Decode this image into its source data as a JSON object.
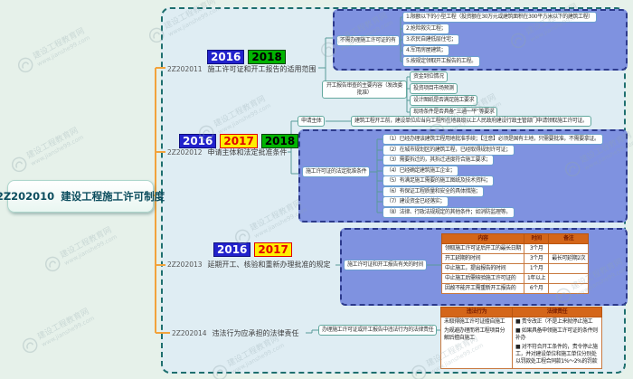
{
  "watermark": {
    "line1": "建设工程教育网",
    "line2": "www.jianshe99.com"
  },
  "main_node": {
    "code": "2Z202010",
    "title": "建设工程施工许可制度"
  },
  "branches": [
    {
      "code": "2Z202011",
      "title": "施工许可证和开工报告的适用范围",
      "badges": [
        "2016",
        "2018"
      ]
    },
    {
      "code": "2Z202012",
      "title": "申请主体和法定批准条件",
      "badges": [
        "2016",
        "2017",
        "2018"
      ]
    },
    {
      "code": "2Z202013",
      "title": "延期开工、核验和重新办理批准的规定",
      "badges": [
        "2016",
        "2017"
      ]
    },
    {
      "code": "2Z202014",
      "title": "违法行为应承担的法律责任",
      "badges": []
    }
  ],
  "no_permit": {
    "label": "不需办理施工许可证的有",
    "items": [
      "1.限额以下的小型工程（投资额在30万元或建筑面积在300平方米以下的建筑工程）",
      "2.抢险救灾工程；",
      "3.农民自建低层住宅；",
      "4.军用房屋建筑；",
      "5.按规定领取开工报告的工程。"
    ]
  },
  "report_review": {
    "label": "开工报告审查的主要内容（发改委批准）",
    "items": [
      "资金到位情况",
      "投资项目市场预测",
      "设计图纸是否满足施工要求",
      "现场条件是否具备“三通一平”等要求"
    ]
  },
  "applicant": {
    "label": "申请主体",
    "text": "建筑工程开工前，建设单位应当向工程所在地县级以上人民政府建设行政主管部门申请领取施工许可证。"
  },
  "legal_conditions": {
    "label": "施工许可证的法定批准条件",
    "items": [
      "（1）已经办理该建筑工程用地批准手续；【注意】必须是国有土地，只需要批准，不需要拿证。",
      "（2）在城市规划区的建筑工程，已经取得规划许可证；",
      "（3）需要拆迁的，其拆迁进度符合施工要求；",
      "（4）已经确定建筑施工企业；",
      "（5）有满足施工需要的施工图纸及技术资料；",
      "（6）有保证工程质量和安全的具体措施；",
      "（7）建设资金已经落实；",
      "（8）法律、行政法规规定的其他条件；如消防监理等。"
    ]
  },
  "time_table": {
    "label": "施工许可证和开工报告有关的时间",
    "headers": [
      "内容",
      "时间",
      "备注"
    ],
    "rows": [
      [
        "领取施工许可证后开工的最长日期",
        "3个月",
        ""
      ],
      [
        "开工延期的时间",
        "3个月",
        "最长可延期2次"
      ],
      [
        "中止施工，提出报告的时间",
        "1个月",
        ""
      ],
      [
        "中止施工后需核验施工许可证的",
        "1年以上",
        ""
      ],
      [
        "因故不能开工需重新开工报告的",
        "6个月",
        ""
      ]
    ]
  },
  "liability": {
    "label": "办理施工许可证或开工报告中违法行为的法律责任",
    "headers": [
      "违法行为",
      "法律责任"
    ],
    "violations": [
      "未取得施工许可证擅自施工",
      "为规避办理而将工程项目分解后擅自施工"
    ],
    "penalties": [
      "■ 责令改正（不是上来就停止施工",
      "■ 如果具备申领施工许可证的条件则补办",
      "■ 对不符合开工条件的，责令停止施工，并对建设单位和施工单位分别处以罚款处工程合同款1%～2%的罚款"
    ]
  },
  "colors": {
    "trunk_orange": "#f2a33c",
    "group_box_blue": "#7f92e0",
    "table_header_orange": "#d4661a",
    "outer_border_teal": "#1e6f6f",
    "badge_2016_bg": "#2222cc",
    "badge_2017_bg": "#ffee00",
    "badge_2018_bg": "#00b400"
  }
}
